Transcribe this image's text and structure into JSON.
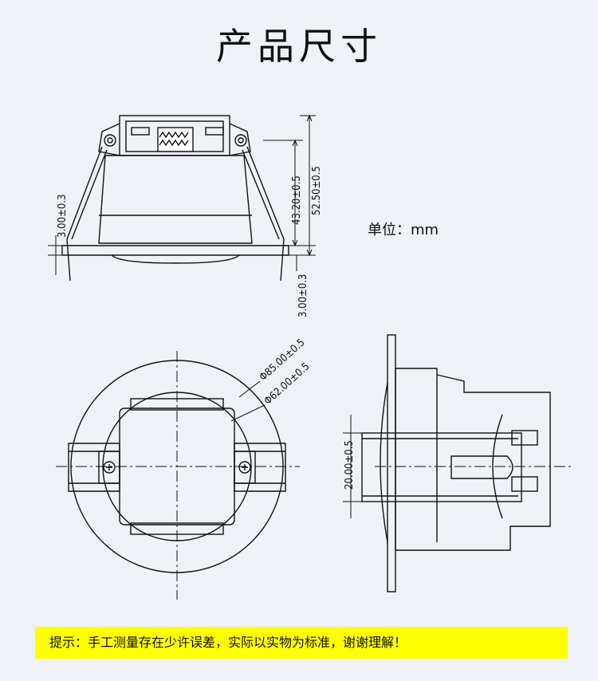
{
  "title": "产品尺寸",
  "unit_label": "单位：mm",
  "dimensions": {
    "height_total": "52.50±0.5",
    "height_body": "43.20±0.5",
    "flange_left": "3.00±0.3",
    "flange_right": "3.00±0.3",
    "diameter_outer": "Φ85.00±0.5",
    "diameter_cutout": "Φ62.00±0.5",
    "lens_height": "20.00±0.5"
  },
  "note": "提示：手工测量存在少许误差，实际以实物为标准，谢谢理解！"
}
